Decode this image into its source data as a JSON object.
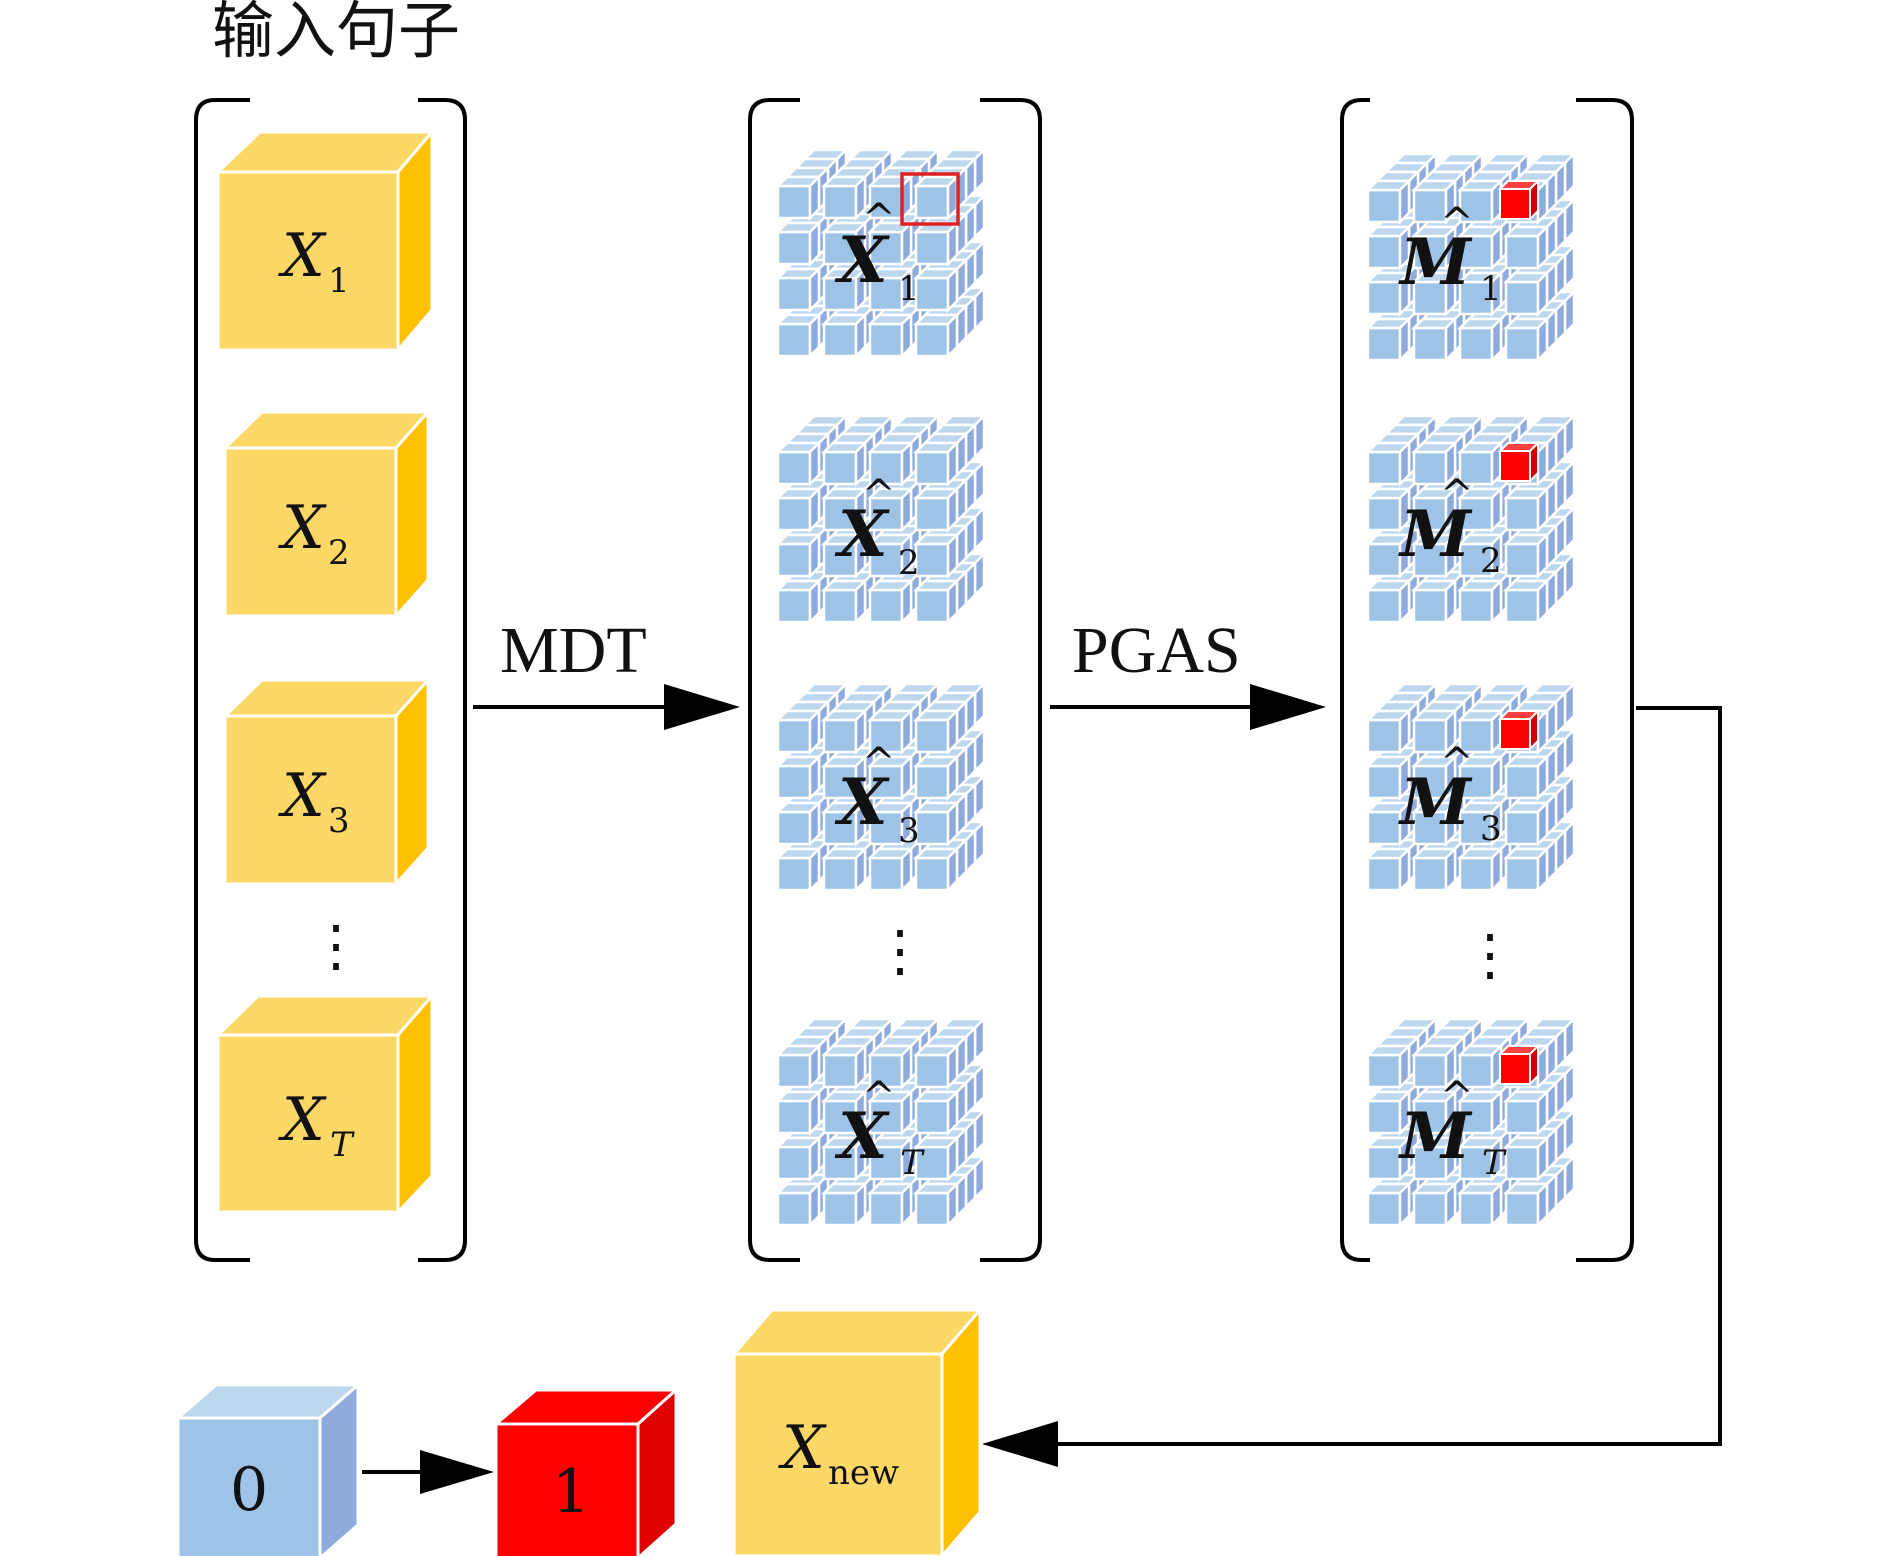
{
  "title": "输入句子",
  "input_column": {
    "cubes": [
      {
        "var": "X",
        "sub": "1"
      },
      {
        "var": "X",
        "sub": "2"
      },
      {
        "var": "X",
        "sub": "3"
      },
      {
        "var": "X",
        "sub": "T"
      }
    ],
    "ellipsis": "⋮"
  },
  "arrows": {
    "mdt": "MDT",
    "pgas": "PGAS"
  },
  "x_hat_column": {
    "hat": "^",
    "cubes": [
      {
        "var": "X",
        "sub": "1"
      },
      {
        "var": "X",
        "sub": "2"
      },
      {
        "var": "X",
        "sub": "3"
      },
      {
        "var": "X",
        "sub": "T"
      }
    ],
    "ellipsis": "⋮"
  },
  "m_hat_column": {
    "hat": "^",
    "cubes": [
      {
        "var": "M",
        "sub": "1"
      },
      {
        "var": "M",
        "sub": "2"
      },
      {
        "var": "M",
        "sub": "3"
      },
      {
        "var": "M",
        "sub": "T"
      }
    ],
    "ellipsis": "⋮"
  },
  "legend": {
    "from_value": "0",
    "to_value": "1"
  },
  "output": {
    "var": "X",
    "sub": "new"
  },
  "colors": {
    "yellow_front": "#FDD867",
    "yellow_side": "#FFC000",
    "blue_front": "#9DC3E6",
    "blue_side": "#8FAADC",
    "red": "#FF0000",
    "line": "#000000"
  }
}
